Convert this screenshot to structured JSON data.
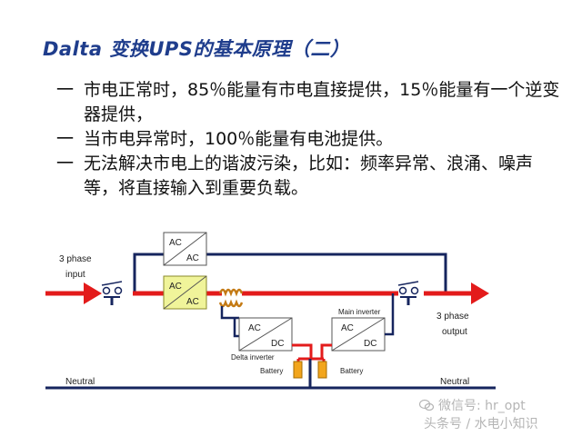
{
  "title": "Dalta 变换UPS的基本原理（二）",
  "bullets": [
    {
      "dash": "一",
      "text": "市电正常时，85％能量有市电直接提供，15％能量有一个逆变器提供，"
    },
    {
      "dash": "一",
      "text": "当市电异常时，100％能量有电池提供。"
    },
    {
      "dash": "一",
      "text": "无法解决市电上的谐波污染，比如：频率异常、浪涌、噪声等，将直接输入到重要负载。"
    }
  ],
  "diagram": {
    "input_label_1": "3  phase",
    "input_label_2": "input",
    "output_label_1": "3  phase",
    "output_label_2": "output",
    "bypass_box_top": "AC",
    "bypass_box_bottom": "AC",
    "main_box_top": "AC",
    "main_box_bottom": "AC",
    "delta_box_top": "AC",
    "delta_box_bottom": "DC",
    "inverter_box_top": "AC",
    "inverter_box_bottom": "DC",
    "delta_inverter_label": "Delta inverter",
    "main_inverter_label": "Main inverter",
    "battery_left_label": "Battery",
    "battery_right_label": "Battery",
    "neutral_left_label": "Neutral",
    "neutral_right_label": "Neutral",
    "colors": {
      "power_path": "#e31b1b",
      "wiring": "#16255e",
      "highlight_box": "#f0f49a",
      "battery": "#f2a51c",
      "title": "#1f3d8c"
    }
  },
  "watermark": {
    "line1": "微信号: hr_opt",
    "line2": "头条号 / 水电小知识"
  }
}
